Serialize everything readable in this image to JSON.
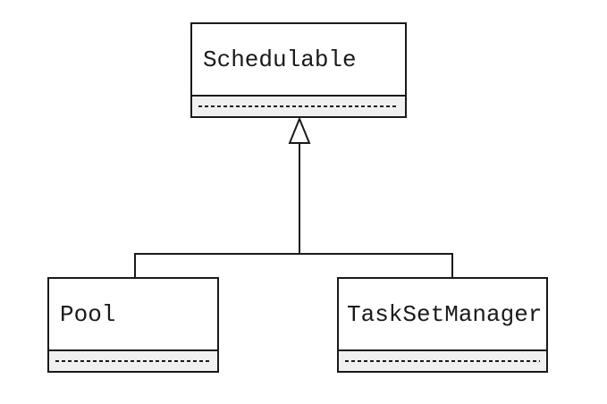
{
  "diagram": {
    "type": "uml-class-diagram",
    "classes": [
      {
        "id": "schedulable",
        "name": "Schedulable",
        "attributes_compartment": "empty"
      },
      {
        "id": "pool",
        "name": "Pool",
        "attributes_compartment": "empty"
      },
      {
        "id": "tasksetmanager",
        "name": "TaskSetManager",
        "attributes_compartment": "empty"
      }
    ],
    "relationships": [
      {
        "type": "generalization",
        "from": "Pool",
        "to": "Schedulable"
      },
      {
        "type": "generalization",
        "from": "TaskSetManager",
        "to": "Schedulable"
      }
    ],
    "colors": {
      "line": "#1a1a1a",
      "box_fill": "#ffffff",
      "compartment_fill": "#f0f0f0",
      "background": "#ffffff"
    }
  }
}
